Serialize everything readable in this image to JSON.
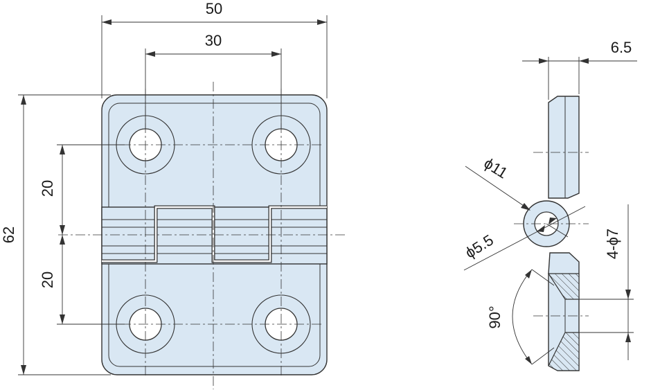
{
  "front_view": {
    "dim_width": "50",
    "dim_hole_spacing_x": "30",
    "dim_height": "62",
    "dim_upper_spacing": "20",
    "dim_lower_spacing": "20"
  },
  "side_view": {
    "dim_thickness": "6.5",
    "dim_knuckle_outer": "ϕ11",
    "dim_pin": "ϕ5.5",
    "dim_countersink": "4-ϕ7",
    "dim_angle": "90°"
  },
  "colors": {
    "part_fill": "#d9e7f3",
    "line": "#333333"
  }
}
